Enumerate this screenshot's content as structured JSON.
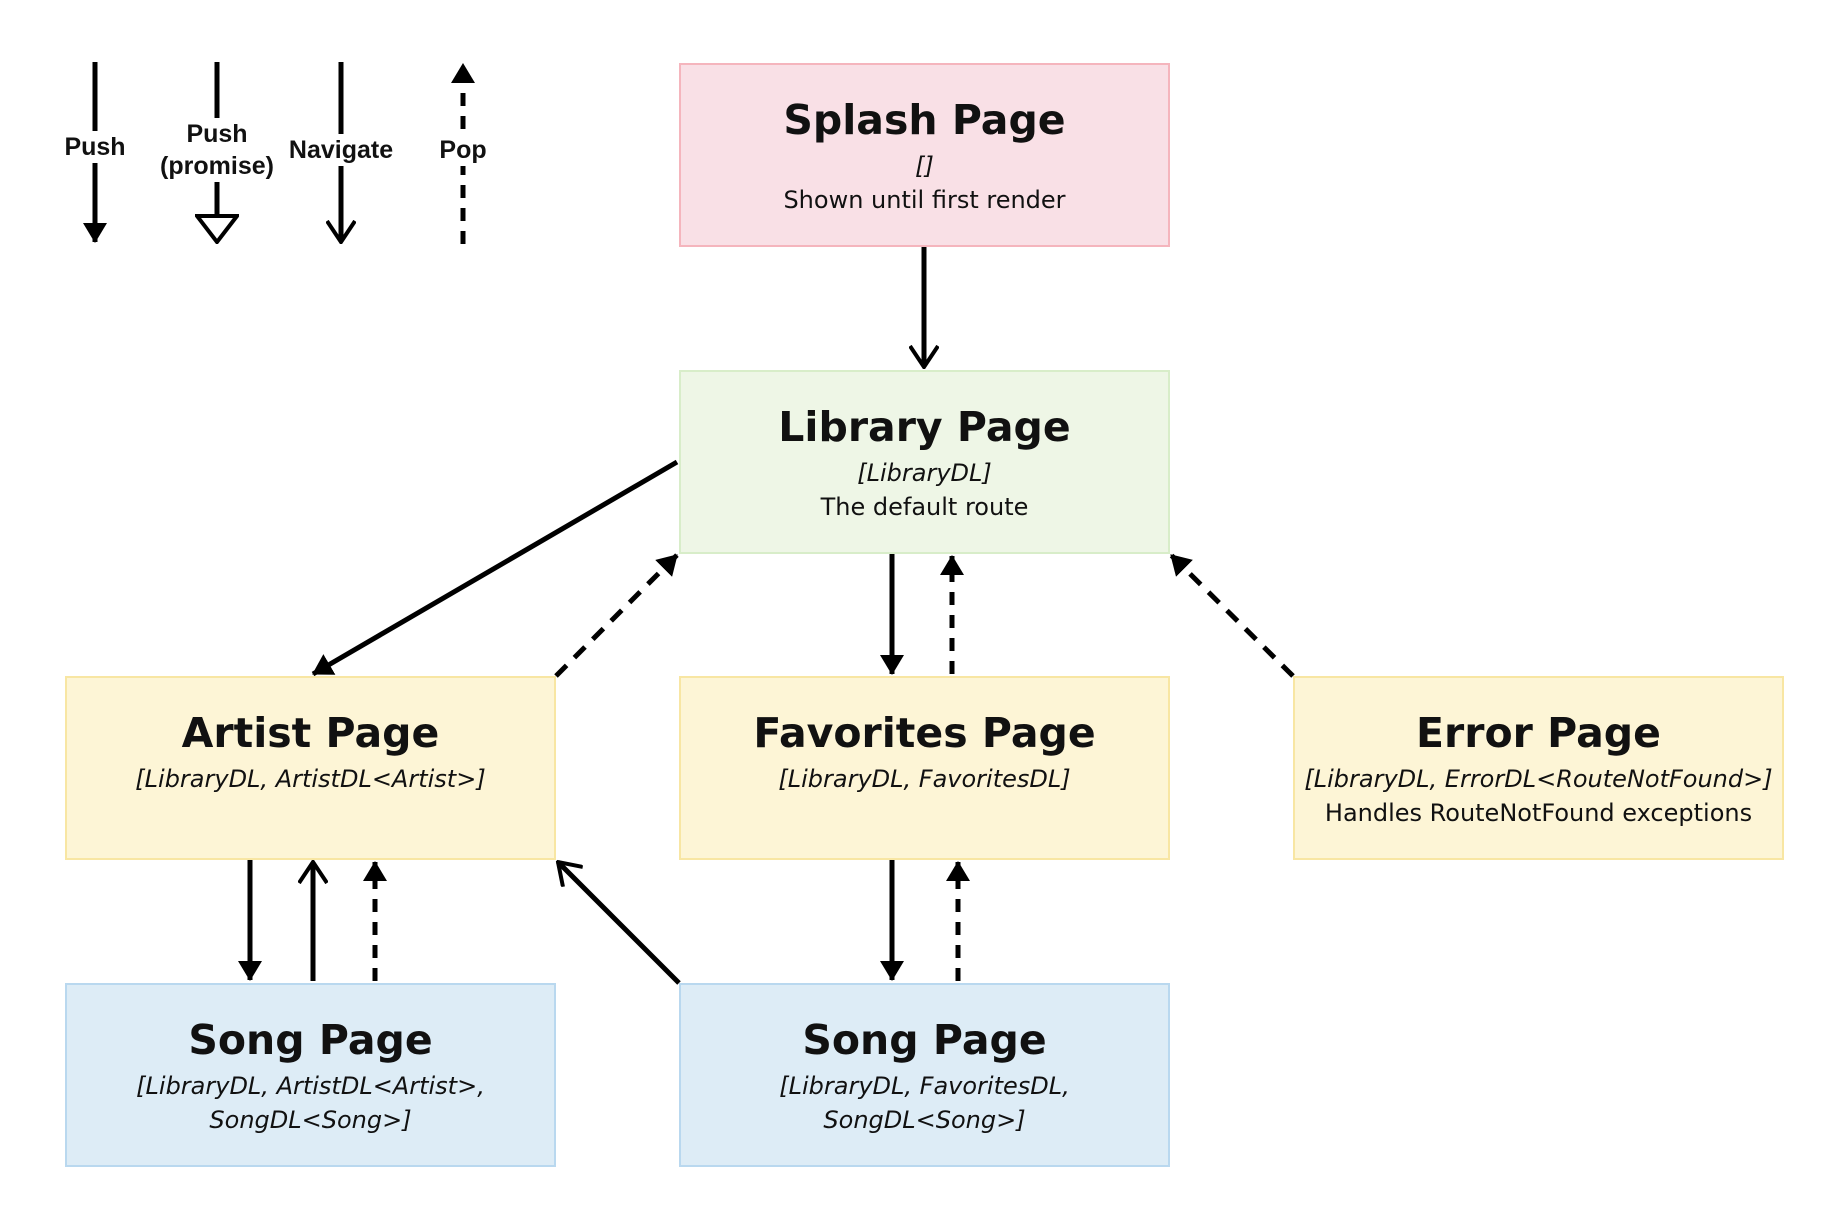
{
  "legend": {
    "push": "Push",
    "push_promise": "Push\n(promise)",
    "navigate": "Navigate",
    "pop": "Pop"
  },
  "colors": {
    "splash_fill": "#f9e0e6",
    "splash_border": "#f5b5bd",
    "library_fill": "#eef6e6",
    "library_border": "#d8edc9",
    "yellow_fill": "#fdf5d6",
    "yellow_border": "#f8e6a3",
    "blue_fill": "#ddecf6",
    "blue_border": "#b9d8ef",
    "arrow": "#000000"
  },
  "nodes": {
    "splash": {
      "title": "Splash Page",
      "params": "[]",
      "desc": "Shown until first render"
    },
    "library": {
      "title": "Library Page",
      "params": "[LibraryDL]",
      "desc": "The default route"
    },
    "artist": {
      "title": "Artist Page",
      "params": "[LibraryDL, ArtistDL<Artist>]",
      "desc": ""
    },
    "favorites": {
      "title": "Favorites Page",
      "params": "[LibraryDL, FavoritesDL]",
      "desc": ""
    },
    "error": {
      "title": "Error Page",
      "params": "[LibraryDL, ErrorDL<RouteNotFound>]",
      "desc": "Handles RouteNotFound exceptions"
    },
    "song_artist": {
      "title": "Song Page",
      "params": "[LibraryDL, ArtistDL<Artist>,\nSongDL<Song>]",
      "desc": ""
    },
    "song_favorites": {
      "title": "Song Page",
      "params": "[LibraryDL, FavoritesDL,\nSongDL<Song>]",
      "desc": ""
    }
  },
  "edges": [
    {
      "from": "splash",
      "to": "library",
      "kind": "navigate"
    },
    {
      "from": "library",
      "to": "artist",
      "kind": "push"
    },
    {
      "from": "artist",
      "to": "library",
      "kind": "pop"
    },
    {
      "from": "library",
      "to": "favorites",
      "kind": "push"
    },
    {
      "from": "favorites",
      "to": "library",
      "kind": "pop"
    },
    {
      "from": "error",
      "to": "library",
      "kind": "pop"
    },
    {
      "from": "artist",
      "to": "song_artist",
      "kind": "push"
    },
    {
      "from": "song_artist",
      "to": "artist",
      "kind": "navigate"
    },
    {
      "from": "song_artist",
      "to": "artist",
      "kind": "pop"
    },
    {
      "from": "favorites",
      "to": "song_favorites",
      "kind": "push"
    },
    {
      "from": "song_favorites",
      "to": "favorites",
      "kind": "pop"
    },
    {
      "from": "song_favorites",
      "to": "artist",
      "kind": "navigate"
    }
  ]
}
